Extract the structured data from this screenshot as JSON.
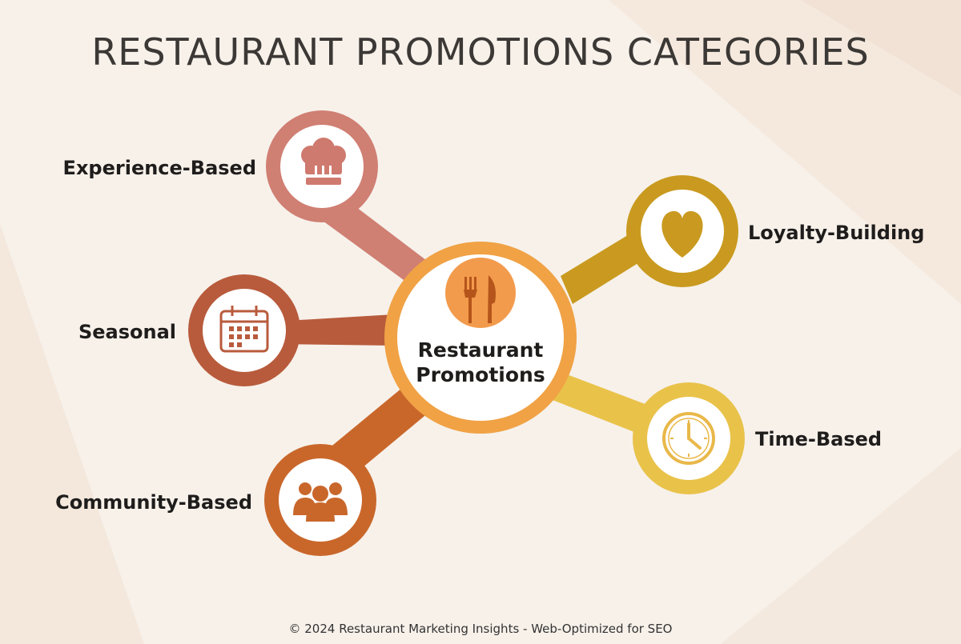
{
  "title": "RESTAURANT PROMOTIONS CATEGORIES",
  "center": {
    "line1": "Restaurant",
    "line2": "Promotions",
    "icon": "fork-knife-icon"
  },
  "categories": [
    {
      "label": "Experience-Based",
      "icon": "chef-hat-icon",
      "color": "#cf7a6f"
    },
    {
      "label": "Seasonal",
      "icon": "calendar-icon",
      "color": "#b85b3c"
    },
    {
      "label": "Community-Based",
      "icon": "people-icon",
      "color": "#cc6a2c"
    },
    {
      "label": "Loyalty-Building",
      "icon": "heart-icon",
      "color": "#c79a1d"
    },
    {
      "label": "Time-Based",
      "icon": "clock-icon",
      "color": "#e8c03f"
    }
  ],
  "footer": "© 2024 Restaurant Marketing Insights - Web-Optimized for SEO",
  "colors": {
    "background": "#f7f1ea",
    "center_ring": "#f0a245",
    "center_icon_bg": "#f29b4c",
    "text": "#1f1d1c"
  }
}
